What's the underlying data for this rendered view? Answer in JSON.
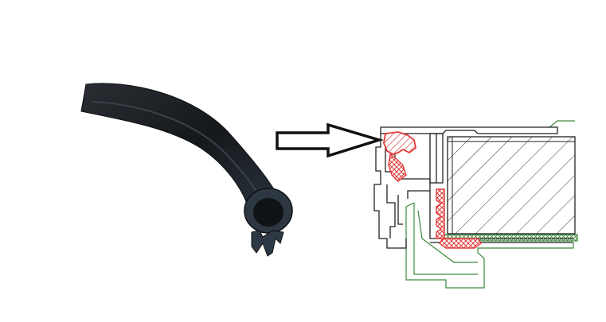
{
  "illustration": {
    "gasket_photo": "rubber-gasket-photo",
    "arrow": "right-arrow",
    "cross_section": "window-profile-cross-section"
  },
  "colors": {
    "background": "#ffffff",
    "gasket_rubber": "#1e2226",
    "gasket_highlight": "#3a4450",
    "profile_outline": "#222222",
    "seal_highlight": "#e23a3a",
    "frame_outline": "#3d8a3d"
  }
}
